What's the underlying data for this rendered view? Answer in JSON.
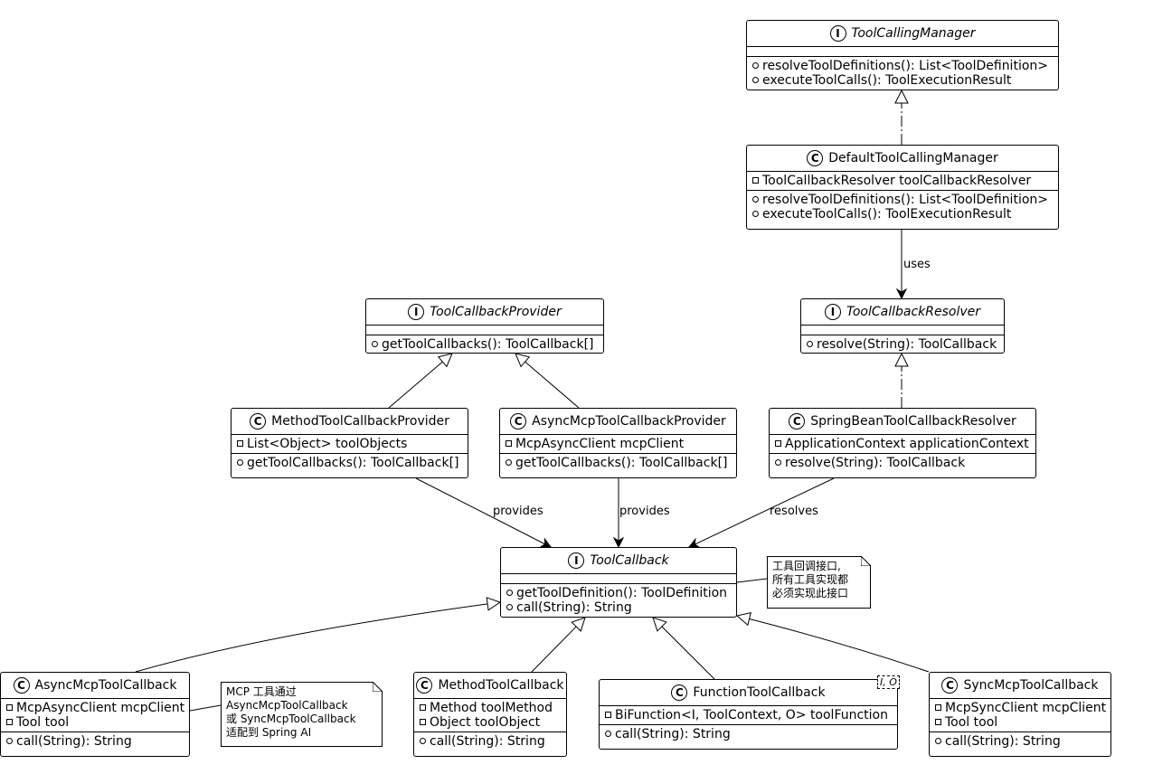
{
  "classes": {
    "tool_calling_manager": {
      "stereotype": "I",
      "name": "ToolCallingManager",
      "italic": true,
      "fields": [],
      "methods": [
        "resolveToolDefinitions(): List<ToolDefinition>",
        "executeToolCalls(): ToolExecutionResult"
      ]
    },
    "default_tool_calling_manager": {
      "stereotype": "C",
      "name": "DefaultToolCallingManager",
      "italic": false,
      "fields": [
        "ToolCallbackResolver toolCallbackResolver"
      ],
      "methods": [
        "resolveToolDefinitions(): List<ToolDefinition>",
        "executeToolCalls(): ToolExecutionResult"
      ]
    },
    "tool_callback_provider": {
      "stereotype": "I",
      "name": "ToolCallbackProvider",
      "italic": true,
      "fields": [],
      "methods": [
        "getToolCallbacks(): ToolCallback[]"
      ]
    },
    "tool_callback_resolver": {
      "stereotype": "I",
      "name": "ToolCallbackResolver",
      "italic": true,
      "fields": [],
      "methods": [
        "resolve(String): ToolCallback"
      ]
    },
    "method_tool_callback_provider": {
      "stereotype": "C",
      "name": "MethodToolCallbackProvider",
      "italic": false,
      "fields": [
        "List<Object> toolObjects"
      ],
      "methods": [
        "getToolCallbacks(): ToolCallback[]"
      ]
    },
    "async_mcp_tool_callback_provider": {
      "stereotype": "C",
      "name": "AsyncMcpToolCallbackProvider",
      "italic": false,
      "fields": [
        "McpAsyncClient mcpClient"
      ],
      "methods": [
        "getToolCallbacks(): ToolCallback[]"
      ]
    },
    "spring_bean_tool_callback_resolver": {
      "stereotype": "C",
      "name": "SpringBeanToolCallbackResolver",
      "italic": false,
      "fields": [
        "ApplicationContext applicationContext"
      ],
      "methods": [
        "resolve(String): ToolCallback"
      ]
    },
    "tool_callback": {
      "stereotype": "I",
      "name": "ToolCallback",
      "italic": true,
      "fields": [],
      "methods": [
        "getToolDefinition(): ToolDefinition",
        "call(String): String"
      ]
    },
    "async_mcp_tool_callback": {
      "stereotype": "C",
      "name": "AsyncMcpToolCallback",
      "italic": false,
      "fields": [
        "McpAsyncClient mcpClient",
        "Tool tool"
      ],
      "methods": [
        "call(String): String"
      ]
    },
    "method_tool_callback": {
      "stereotype": "C",
      "name": "MethodToolCallback",
      "italic": false,
      "fields": [
        "Method toolMethod",
        "Object toolObject"
      ],
      "methods": [
        "call(String): String"
      ]
    },
    "function_tool_callback": {
      "stereotype": "C",
      "name": "FunctionToolCallback",
      "italic": false,
      "type_params": "I, O",
      "fields": [
        "BiFunction<I, ToolContext, O> toolFunction"
      ],
      "methods": [
        "call(String): String"
      ]
    },
    "sync_mcp_tool_callback": {
      "stereotype": "C",
      "name": "SyncMcpToolCallback",
      "italic": false,
      "fields": [
        "McpSyncClient mcpClient",
        "Tool tool"
      ],
      "methods": [
        "call(String): String"
      ]
    }
  },
  "edge_labels": {
    "uses": "uses",
    "provides_1": "provides",
    "provides_2": "provides",
    "resolves": "resolves"
  },
  "notes": {
    "tool_callback_note": "工具回调接口,\n所有工具实现都\n必须实现此接口",
    "mcp_note": "MCP 工具通过\nAsyncMcpToolCallback\n或 SyncMcpToolCallback\n适配到 Spring AI"
  }
}
